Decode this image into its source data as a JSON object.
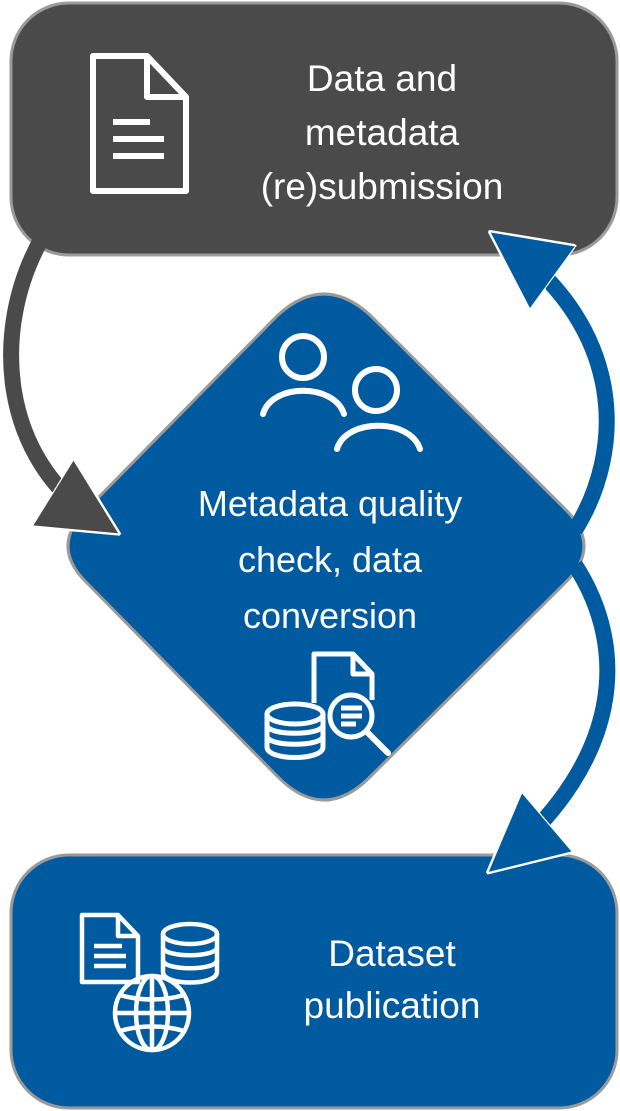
{
  "top_box": {
    "lines": [
      "Data and",
      "metadata",
      "(re)submission"
    ],
    "fill": "#4a4a4a",
    "icon": "document-icon"
  },
  "middle_diamond": {
    "lines": [
      "Metadata quality",
      "check, data",
      "conversion"
    ],
    "fill": "#005aa0",
    "icons": [
      "users-icon",
      "database-search-icon"
    ]
  },
  "bottom_box": {
    "lines": [
      "Dataset",
      "publication"
    ],
    "fill": "#005aa0",
    "icon": "dataset-publication-icon"
  },
  "arrows": {
    "submission_to_check": "#4a4a4a",
    "check_to_resubmission": "#005aa0",
    "check_to_publication": "#005aa0"
  }
}
